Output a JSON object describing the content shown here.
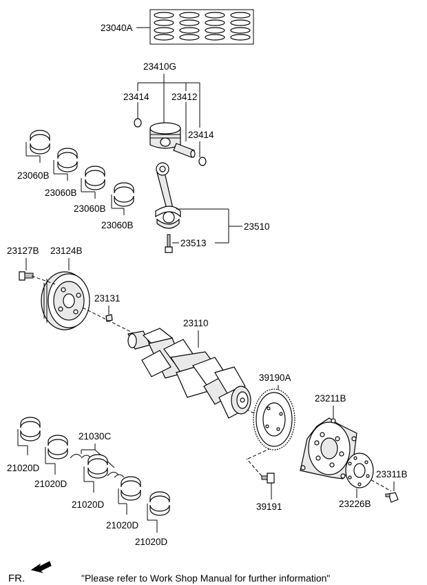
{
  "labels": {
    "piston_ring_set": "23040A",
    "piston_assembly": "23410G",
    "snap_ring_left": "23414",
    "piston_pin": "23412",
    "snap_ring_right": "23414",
    "conrod_bearing_1": "23060B",
    "conrod_bearing_2": "23060B",
    "conrod_bearing_3": "23060B",
    "conrod_bearing_4": "23060B",
    "connecting_rod": "23510",
    "conrod_bolt": "23513",
    "pulley_bolt": "23127B",
    "damper_pulley": "23124B",
    "key": "23131",
    "crankshaft": "23110",
    "ring_gear": "39190A",
    "drive_plate": "23211B",
    "main_bearing_1": "21020D",
    "main_bearing_2": "21020D",
    "thrust_washer": "21030C",
    "main_bearing_3": "21020D",
    "main_bearing_4": "21020D",
    "main_bearing_5": "21020D",
    "plate_bolt": "23311B",
    "adapter_plate": "23226B",
    "sensor_bolt": "39191"
  },
  "footer": {
    "front_marker": "FR.",
    "note": "\"Please refer to Work Shop Manual for further information\""
  }
}
